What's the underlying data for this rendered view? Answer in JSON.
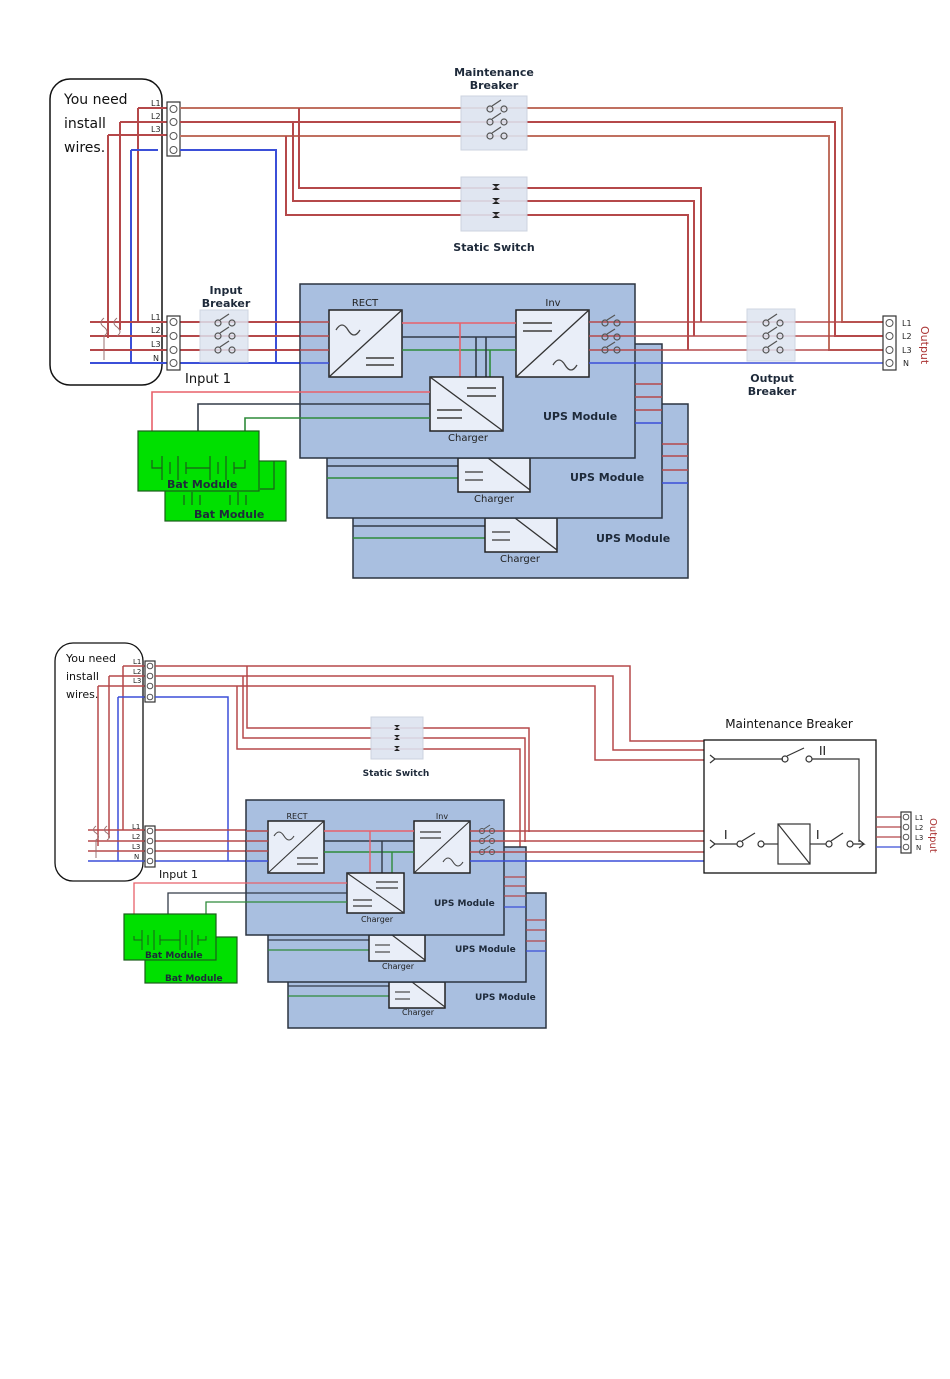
{
  "diagram_top": {
    "note": [
      "You need",
      "install",
      "wires."
    ],
    "bypass_terminal_labels": [
      "L1",
      "L2",
      "L3"
    ],
    "input_terminal_labels": [
      "L1",
      "L2",
      "L3",
      "N"
    ],
    "output_terminal_labels": [
      "L1",
      "L2",
      "L3",
      "N"
    ],
    "maintenance_breaker_label": [
      "Maintenance",
      "Breaker"
    ],
    "static_switch_label": "Static Switch",
    "input_breaker_label": [
      "Input",
      "Breaker"
    ],
    "output_breaker_label": [
      "Output",
      "Breaker"
    ],
    "input_label": "Input 1",
    "output_label": "Output",
    "rect_label": "RECT",
    "inv_label": "Inv",
    "charger_label": "Charger",
    "ups_module_label": "UPS Module",
    "bat_module_label": "Bat Module"
  },
  "diagram_bottom": {
    "note": [
      "You need",
      "install",
      "wires."
    ],
    "bypass_terminal_labels": [
      "L1",
      "L2",
      "L3"
    ],
    "input_terminal_labels": [
      "L1",
      "L2",
      "L3",
      "N"
    ],
    "output_terminal_labels": [
      "L1",
      "L2",
      "L3",
      "N"
    ],
    "maintenance_breaker_label": "Maintenance Breaker",
    "mb_mark_upper": "II",
    "mb_mark_lower_left": "I",
    "mb_mark_lower_right": "I",
    "static_switch_label": "Static Switch",
    "input_label": "Input 1",
    "output_label": "Output",
    "rect_label": "RECT",
    "inv_label": "Inv",
    "charger_label": "Charger",
    "ups_module_label": "UPS Module",
    "bat_module_label": "Bat Module"
  },
  "colors": {
    "phase": "#b5484a",
    "neutral": "#3b4fd8",
    "battery_pos": "#e8606a",
    "battery_neg": "#333b48",
    "battery_mid": "#2e8b3a",
    "ups_module_fill": "#a9bfe0",
    "battery_fill": "#00e000"
  }
}
